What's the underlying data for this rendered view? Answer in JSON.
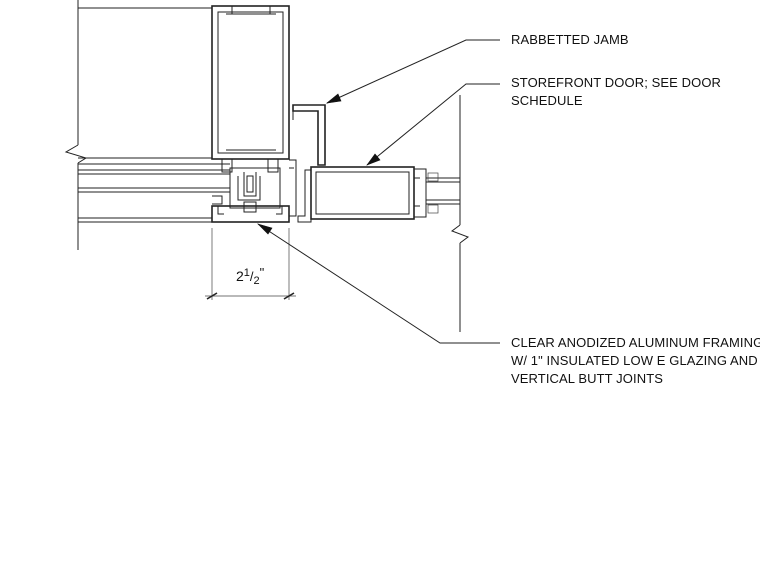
{
  "notes": {
    "rabbetted_jamb": "RABBETTED JAMB",
    "storefront_line1": "STOREFRONT DOOR; SEE DOOR",
    "storefront_line2": "SCHEDULE",
    "framing_line1": "CLEAR ANODIZED ALUMINUM FRAMING",
    "framing_line2": "W/ 1\" INSULATED LOW E GLAZING AND",
    "framing_line3": "VERTICAL BUTT JOINTS"
  },
  "dimension": {
    "whole": "2",
    "numerator": "1",
    "denominator": "2",
    "unit": "\""
  }
}
